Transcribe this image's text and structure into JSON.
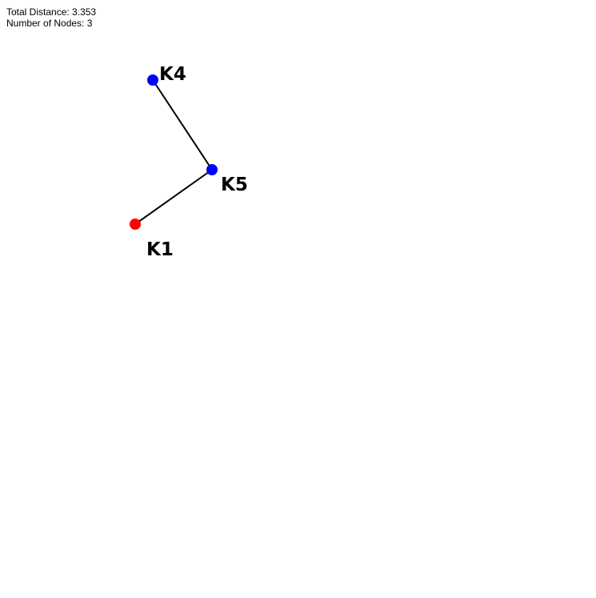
{
  "info": {
    "total_distance": "Total Distance: 3.353",
    "node_count": "Number of Nodes: 3"
  },
  "colors": {
    "start_node": "#ff0000",
    "node": "#0000ff",
    "edge": "#000000"
  },
  "nodes": [
    {
      "id": "K4",
      "label": "K4",
      "role": "node"
    },
    {
      "id": "K5",
      "label": "K5",
      "role": "node"
    },
    {
      "id": "K1",
      "label": "K1",
      "role": "start"
    }
  ],
  "edges": [
    {
      "from": "K4",
      "to": "K5"
    },
    {
      "from": "K5",
      "to": "K1"
    }
  ]
}
